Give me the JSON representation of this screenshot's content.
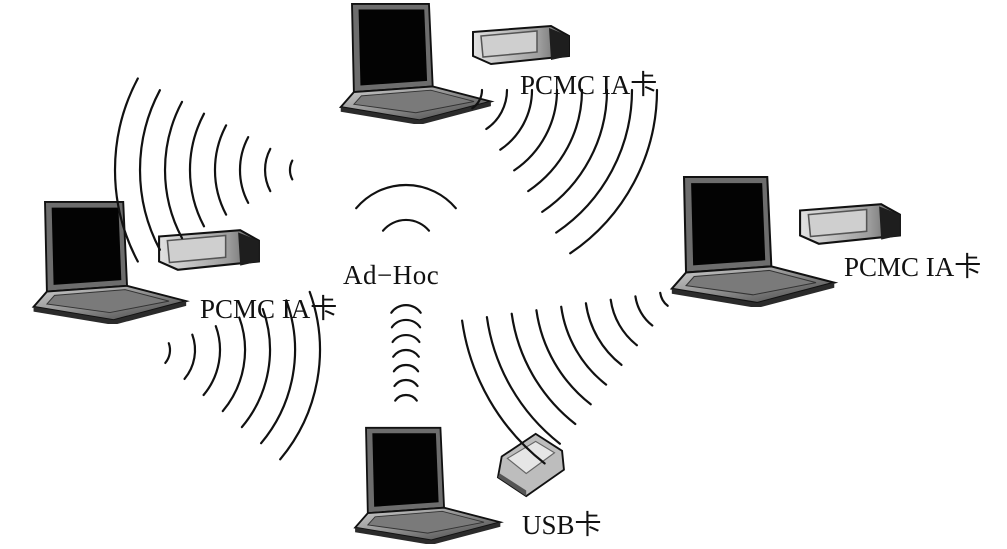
{
  "center": {
    "label": "Ad−Hoc"
  },
  "nodes": [
    {
      "id": "top",
      "card_label": "PCMC IA卡",
      "card_type": "pcmcia"
    },
    {
      "id": "left",
      "card_label": "PCMC IA卡",
      "card_type": "pcmcia"
    },
    {
      "id": "right",
      "card_label": "PCMC IA卡",
      "card_type": "pcmcia"
    },
    {
      "id": "bottom",
      "card_label": "USB卡",
      "card_type": "usb"
    }
  ],
  "colors": {
    "ink": "#111111",
    "laptop_body": "#9a9a9a",
    "laptop_dark": "#2b2b2b",
    "screen": "#050505",
    "card": "#a8a8a8"
  }
}
